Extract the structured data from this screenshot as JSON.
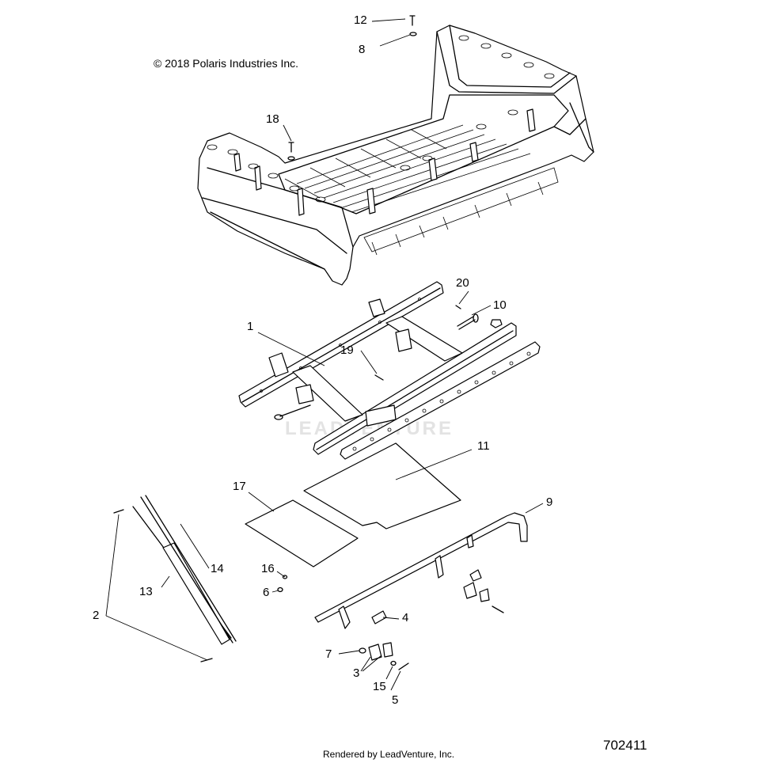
{
  "copyright": "© 2018  Polaris Industries Inc.",
  "footer": "Rendered by LeadVenture, Inc.",
  "figure_number": "702411",
  "watermark": "LEADVENTURE",
  "callouts": {
    "c1": "1",
    "c2": "2",
    "c3": "3",
    "c4": "4",
    "c5": "5",
    "c6": "6",
    "c7": "7",
    "c8": "8",
    "c9": "9",
    "c10": "10",
    "c11": "11",
    "c12": "12",
    "c13": "13",
    "c14": "14",
    "c15": "15",
    "c16": "16",
    "c17": "17",
    "c18": "18",
    "c19": "19",
    "c20": "20"
  }
}
